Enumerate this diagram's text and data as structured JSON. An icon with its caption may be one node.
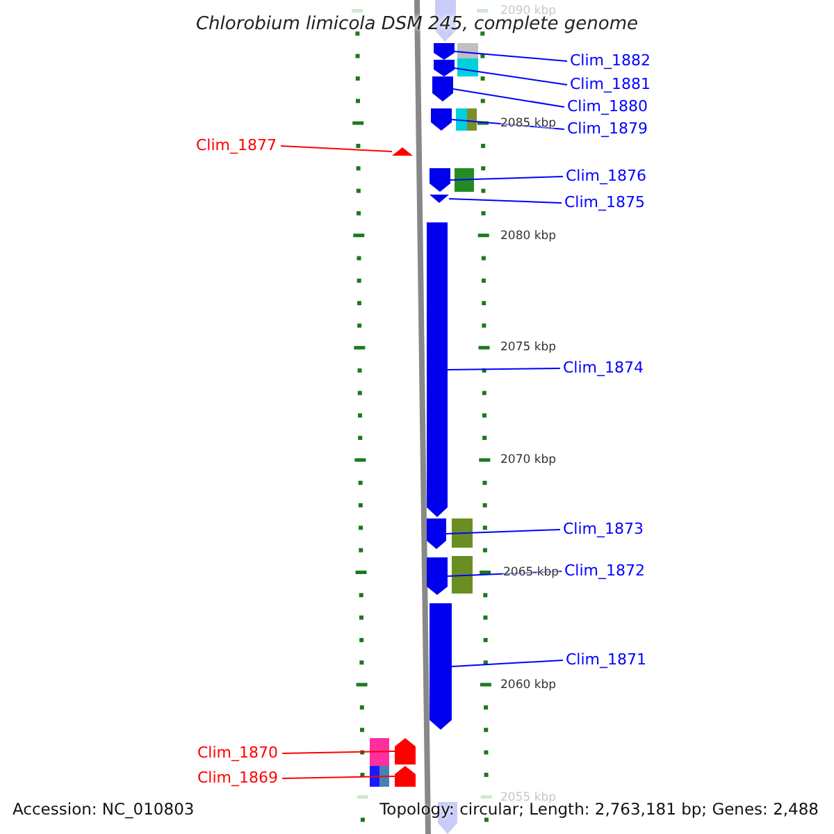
{
  "diagram": {
    "title": "Chlorobium limicola DSM 245, complete genome",
    "nodes": [
      {
        "text": [
          "Clim_1882"
        ]
      },
      {
        "text": [
          "Clim_1881"
        ]
      },
      {
        "text": [
          "Clim_1880"
        ]
      },
      {
        "text": [
          "Clim_1879"
        ]
      },
      {
        "text": [
          "Clim_1877"
        ]
      },
      {
        "text": [
          "Clim_1876"
        ]
      },
      {
        "text": [
          "Clim_1875"
        ]
      },
      {
        "text": [
          "Clim_1874"
        ]
      },
      {
        "text": [
          "Clim_1873"
        ]
      },
      {
        "text": [
          "Clim_1872"
        ]
      },
      {
        "text": [
          "Clim_1871"
        ]
      },
      {
        "text": [
          "Clim_1870"
        ]
      },
      {
        "text": [
          "Clim_1869"
        ]
      },
      {
        "text": [],
        "shape": "pentagon"
      },
      {
        "text": [],
        "shape": "pentagon"
      },
      {
        "text": [],
        "shape": "pentagon"
      },
      {
        "text": [],
        "shape": "pentagon"
      },
      {
        "text": [],
        "shape": "pentagon"
      },
      {
        "text": [],
        "shape": "pentagon"
      },
      {
        "text": [],
        "shape": "pentagon"
      },
      {
        "text": [],
        "shape": "pentagon"
      },
      {
        "text": [],
        "shape": "pentagon"
      },
      {
        "text": [],
        "shape": "pentagon"
      },
      {
        "text": [],
        "shape": "pentagon"
      },
      {
        "text": [],
        "shape": "pentagon"
      },
      {
        "text": [],
        "shape": "pentagon"
      }
    ],
    "edges": [
      {
        "from": 0,
        "to": 13,
        "arrow": "none"
      },
      {
        "from": 1,
        "to": 14,
        "arrow": "none"
      },
      {
        "from": 2,
        "to": 15,
        "arrow": "none"
      },
      {
        "from": 3,
        "to": 16,
        "arrow": "none"
      },
      {
        "from": 4,
        "to": 17,
        "arrow": "none",
        "color": "#ff0000"
      },
      {
        "from": 5,
        "to": 18,
        "arrow": "none"
      },
      {
        "from": 6,
        "to": 19,
        "arrow": "none"
      },
      {
        "from": 7,
        "to": 20,
        "arrow": "none"
      },
      {
        "from": 8,
        "to": 21,
        "arrow": "none"
      },
      {
        "from": 9,
        "to": 22,
        "arrow": "none"
      },
      {
        "from": 10,
        "to": 23,
        "arrow": "none"
      },
      {
        "from": 11,
        "to": 24,
        "arrow": "none",
        "color": "#ff0000"
      },
      {
        "from": 12,
        "to": 25,
        "arrow": "none",
        "color": "#ff0000"
      }
    ],
    "labels": [
      "2090 kbp",
      "2085 kbp",
      "2080 kbp",
      "2075 kbp",
      "2070 kbp",
      "2065 kbp",
      "2060 kbp",
      "2055 kbp",
      "Accession: NC_010803",
      "Topology: circular; Length: 2,763,181 bp; Genes: 2,488"
    ]
  }
}
